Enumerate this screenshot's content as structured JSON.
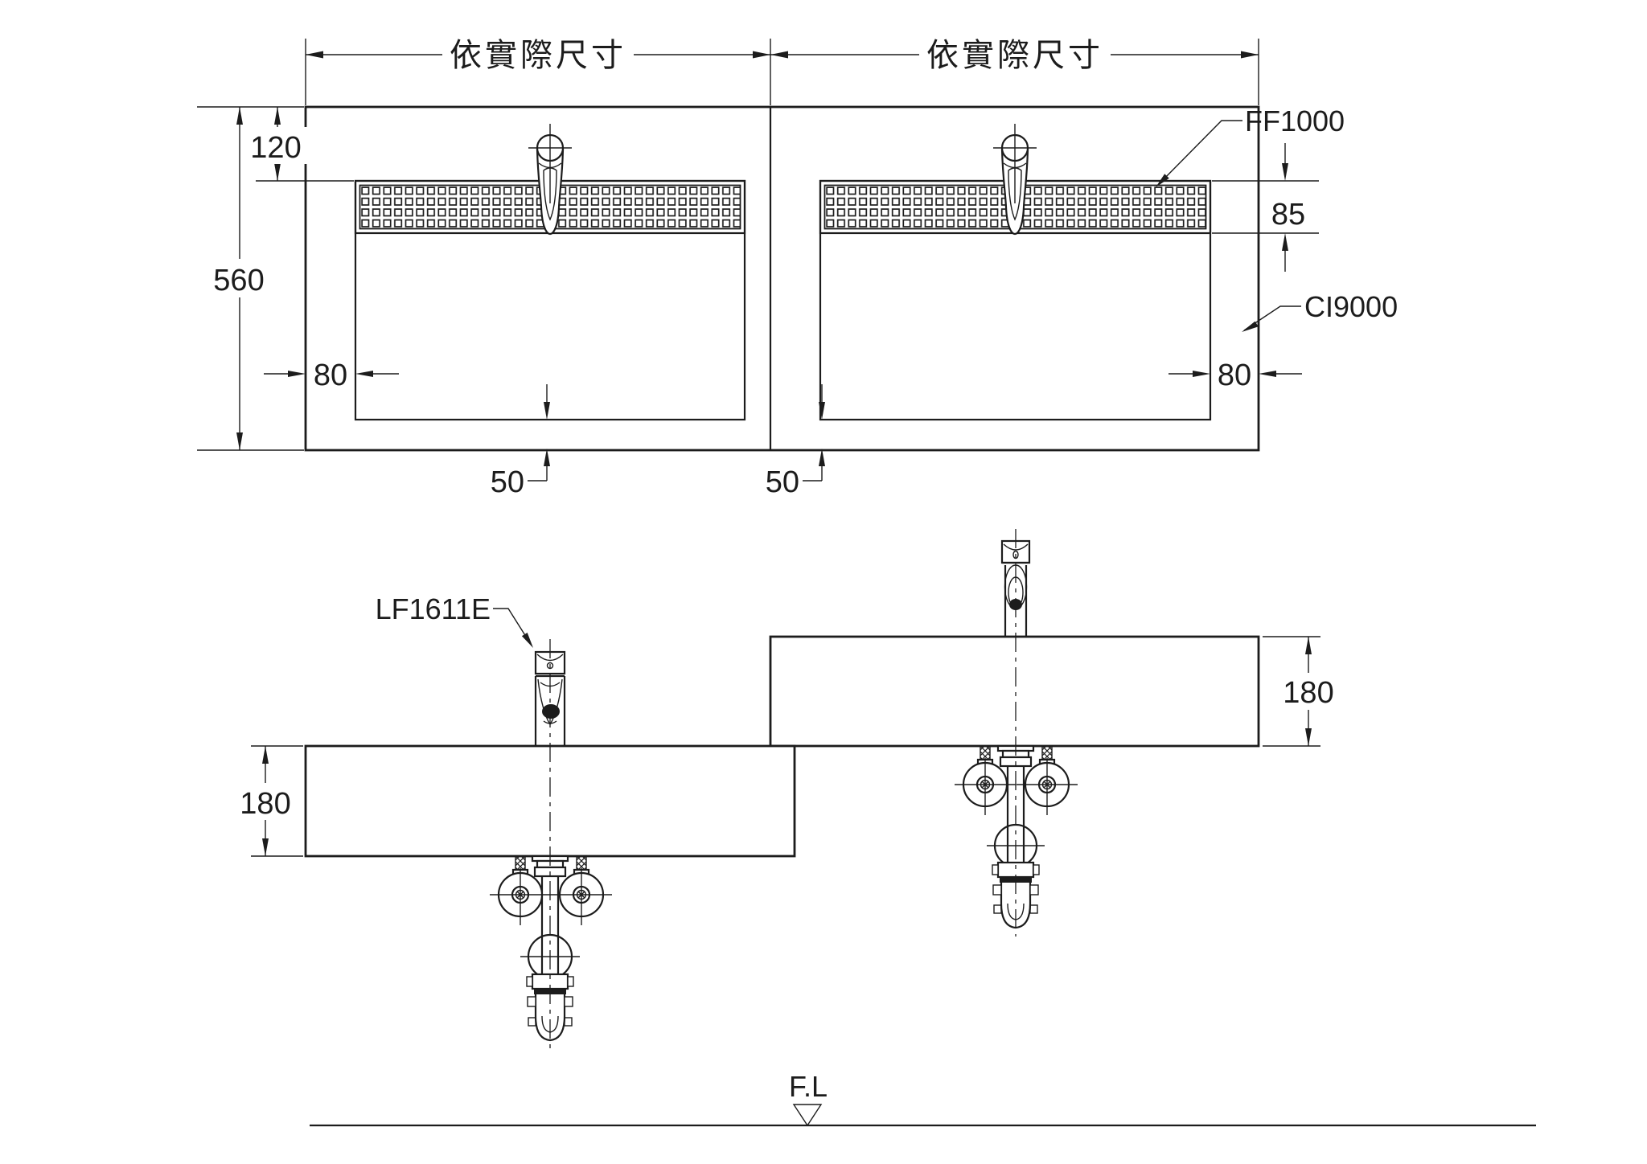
{
  "drawing": {
    "plan": {
      "span_label_left": "依實際尺寸",
      "span_label_right": "依實際尺寸",
      "dim_top_offset": "120",
      "dim_total_depth": "560",
      "dim_side_left": "80",
      "dim_side_right": "80",
      "dim_grille_depth": "85",
      "dim_bottom_left": "50",
      "dim_bottom_right": "50",
      "label_grille": "FF1000",
      "label_counter": "CI9000"
    },
    "elevation": {
      "label_faucet": "LF1611E",
      "dim_thickness_left": "180",
      "dim_thickness_right": "180",
      "floor_level": "F.L"
    },
    "colors": {
      "line": "#1c1c1c",
      "background": "#ffffff"
    }
  }
}
